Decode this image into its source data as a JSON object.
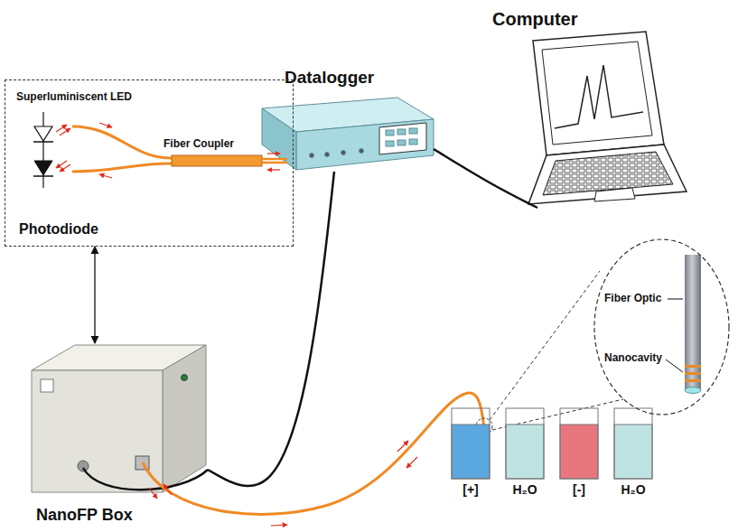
{
  "diagram": {
    "nodes": [
      {
        "text": [
          "Computer"
        ]
      },
      {
        "text": [
          "Datalogger"
        ]
      },
      {
        "text": [
          "Superluminiscent LED",
          "Photodiode"
        ]
      },
      {
        "text": [
          "Fiber Coupler"
        ],
        "in": 2
      },
      {
        "text": [
          "Fiber Optic",
          "Nanocavity"
        ]
      },
      {
        "text": [
          "NanoFP Box"
        ]
      },
      {
        "text": [
          "[+]"
        ]
      },
      {
        "text": [
          "H₂O"
        ]
      },
      {
        "text": [
          "[-]"
        ]
      },
      {
        "text": [
          "H₂O"
        ]
      }
    ],
    "edges": [
      {
        "from": 2,
        "to": 5,
        "arrow": "both"
      },
      {
        "from": 5,
        "to": 1,
        "arrow": "none"
      },
      {
        "from": 1,
        "to": 0,
        "arrow": "none"
      }
    ]
  }
}
